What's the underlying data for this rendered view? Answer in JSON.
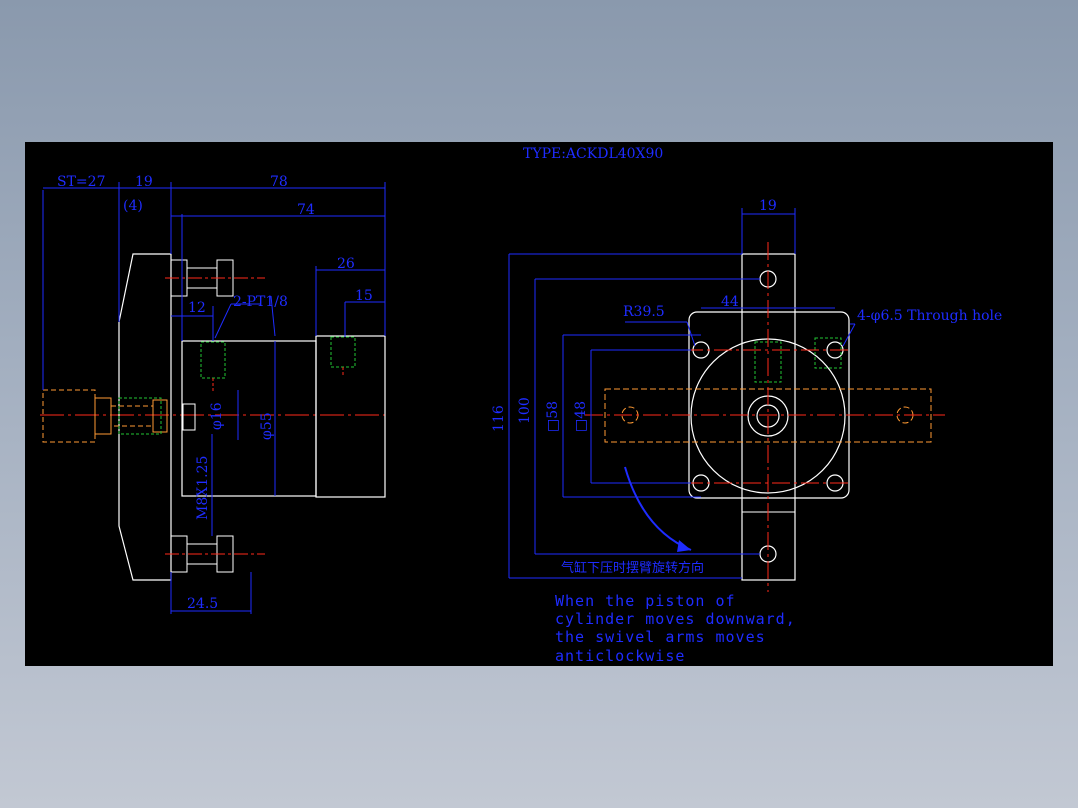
{
  "drawing": {
    "title": "TYPE:ACKDL40X90",
    "left_view": {
      "st": "ST=27",
      "d19": "19",
      "d78": "78",
      "d4": "(4)",
      "d74": "74",
      "d26": "26",
      "d12": "12",
      "pt": "2-PT1/8",
      "d15": "15",
      "phi16": "φ16",
      "phi55": "φ55",
      "m8": "M8X1.25",
      "d245": "24.5"
    },
    "right_view": {
      "d19": "19",
      "d44": "44",
      "r395": "R39.5",
      "hole": "4-φ6.5 Through hole",
      "d116": "116",
      "d100": "100",
      "sq58": "□58",
      "sq48": "□48",
      "cn_note": "气缸下压时摆臂旋转方向",
      "note_lines": [
        "When the piston of",
        "cylinder moves downward,",
        "the swivel arms moves",
        "anticlockwise"
      ]
    }
  },
  "colors": {
    "background": "#000000",
    "dimension": "#1e2cff",
    "outline": "#ffffff",
    "centerline": "#ff2a1a",
    "hidden": "#ff9a33",
    "thread": "#22c433"
  }
}
